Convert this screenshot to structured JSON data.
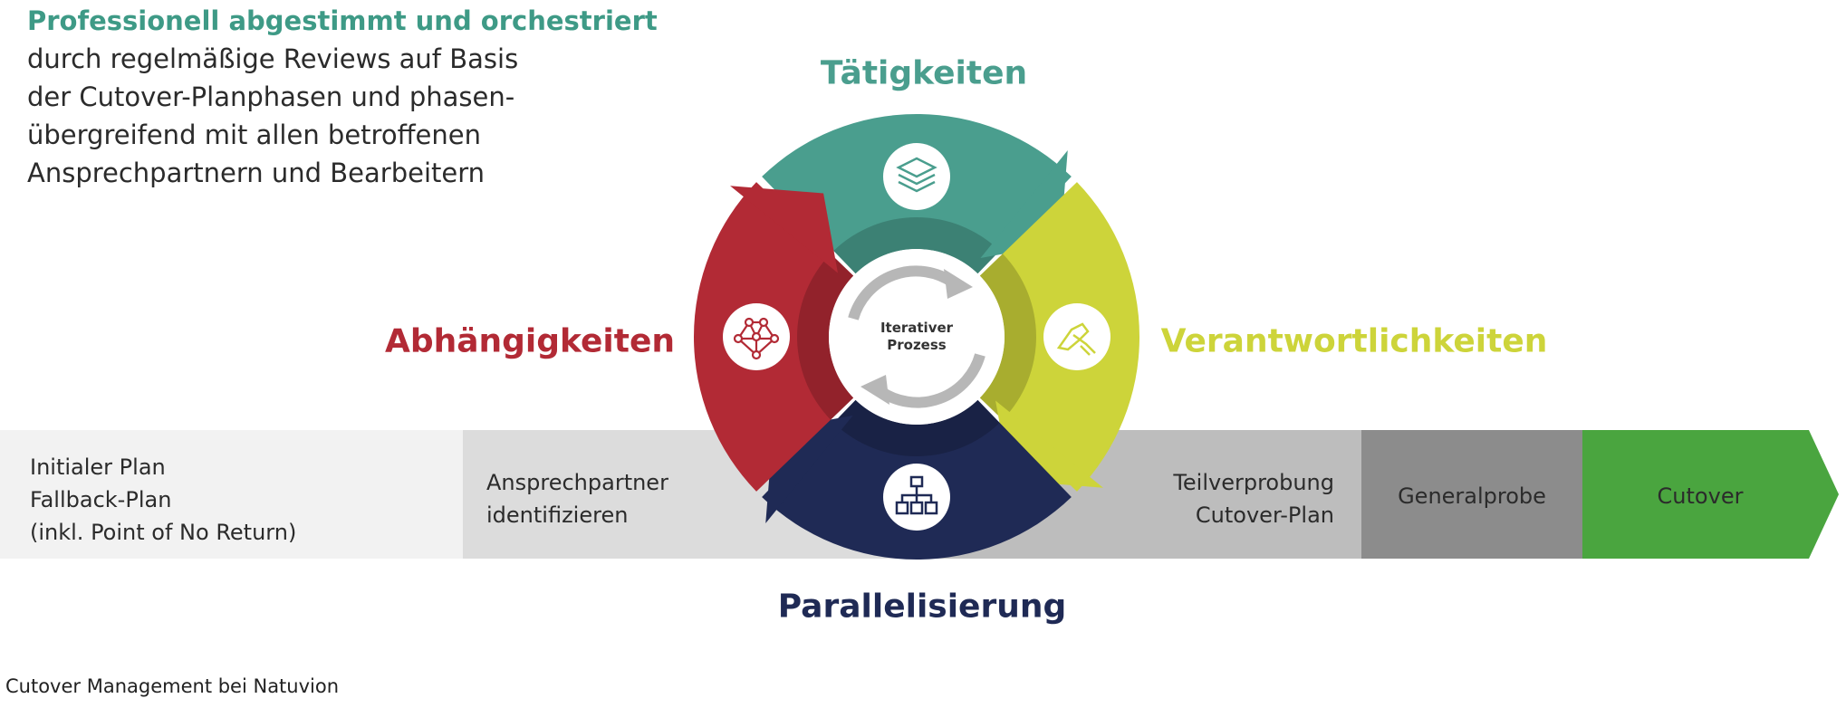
{
  "intro": {
    "lead": "Professionell abgestimmt und orchestriert",
    "lines": [
      "durch regelmäßige Reviews auf Basis",
      "der Cutover-Planphasen und phasen-",
      "übergreifend mit allen betroffenen",
      "Ansprechpartnern und Bearbeitern"
    ]
  },
  "cycle": {
    "top": "Tätigkeiten",
    "left": "Abhängigkeiten",
    "right": "Verantwortlichkeiten",
    "bottom": "Parallelisierung",
    "center_line1": "Iterativer",
    "center_line2": "Prozess",
    "colors": {
      "top": "#4a9e8e",
      "right": "#cdd43a",
      "bottom": "#1f2a55",
      "left": "#b22a35"
    },
    "icons": {
      "top": "layers-icon",
      "right": "handshake-icon",
      "bottom": "org-chart-icon",
      "left": "network-icon"
    }
  },
  "phases": [
    {
      "lines": [
        "Initialer Plan",
        "Fallback-Plan",
        "(inkl. Point of No Return)"
      ],
      "color": "#f2f2f2"
    },
    {
      "lines": [
        "Ansprechpartner",
        "identifizieren"
      ],
      "color": "#dcdcdc"
    },
    {
      "lines": [
        "Teilverprobung",
        "Cutover-Plan"
      ],
      "color": "#bdbdbd"
    },
    {
      "lines": [
        "Generalprobe"
      ],
      "color": "#8c8c8c"
    },
    {
      "lines": [
        "Cutover"
      ],
      "color": "#4aa53f"
    }
  ],
  "footer": "Cutover Management bei Natuvion"
}
